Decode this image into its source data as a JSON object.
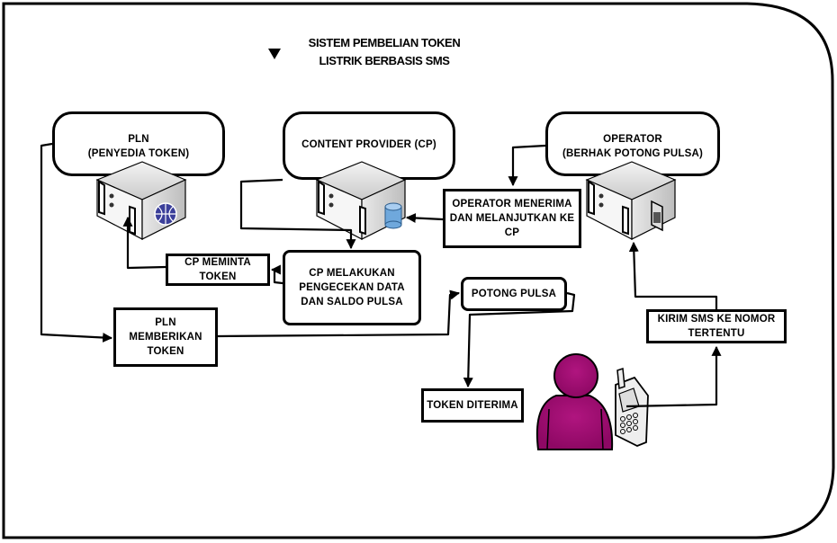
{
  "diagram": {
    "title": "SISTEM PEMBELIAN TOKEN\nLISTRIK BERBASIS SMS",
    "title_marker_icon": "triangle-down-icon",
    "actors": [
      {
        "id": "pln",
        "label": "PLN\n(PENYEDIA TOKEN)",
        "icon": "server-globe-icon"
      },
      {
        "id": "cp",
        "label": "CONTENT PROVIDER (CP)",
        "icon": "server-database-icon"
      },
      {
        "id": "operator",
        "label": "OPERATOR\n(BERHAK POTONG PULSA)",
        "icon": "server-phone-icon"
      }
    ],
    "steps": {
      "operator_forward": "OPERATOR MENERIMA\nDAN MELANJUTKAN KE\nCP",
      "cp_request": "CP MEMINTA\nTOKEN",
      "cp_check": "CP MELAKUKAN\nPENGECEKAN DATA\nDAN SALDO PULSA",
      "pln_give": "PLN\nMEMBERIKAN\nTOKEN",
      "cut_credit": "POTONG PULSA",
      "token_received": "TOKEN DITERIMA",
      "send_sms": "KIRIM SMS KE NOMOR\nTERTENTU"
    },
    "user": {
      "icon": "user-icon",
      "device_icon": "mobile-phone-icon",
      "color": "#9b0a6e"
    },
    "colors": {
      "stroke": "#000000",
      "background": "#ffffff",
      "user": "#9b0a6e",
      "db": "#6fa8dc",
      "globe": "#3b3f9a"
    }
  }
}
